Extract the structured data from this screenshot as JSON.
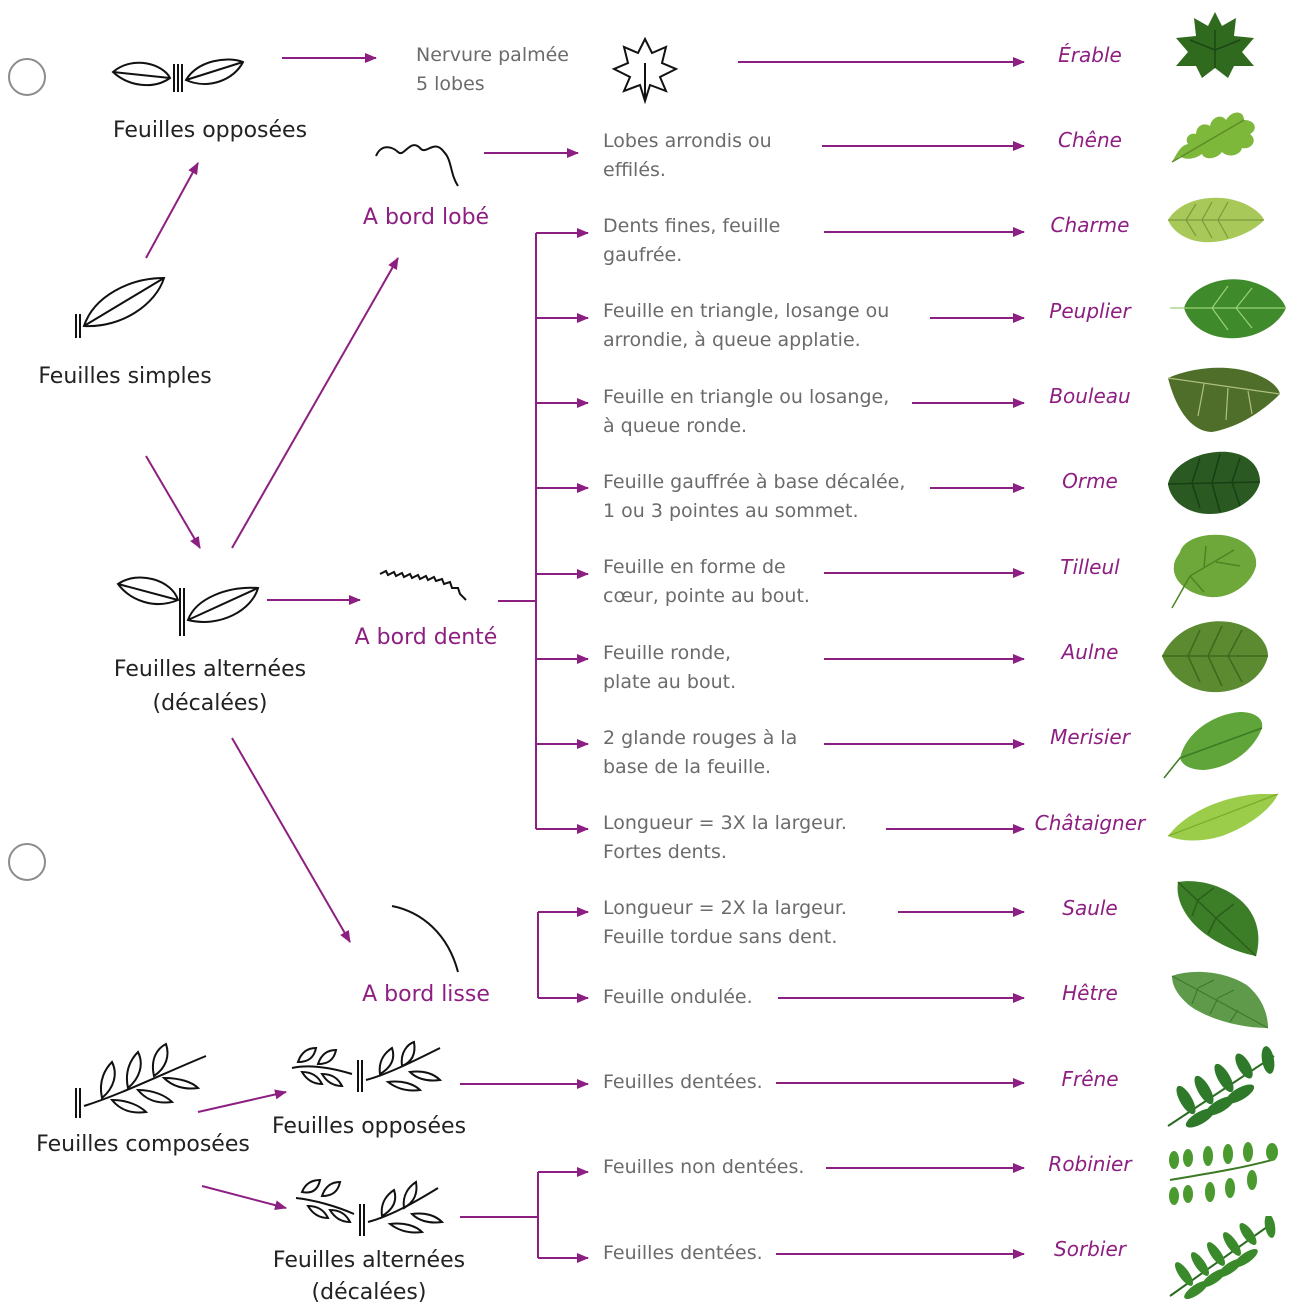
{
  "categories": {
    "simple": "Feuilles simples",
    "simple_opposed": "Feuilles opposées",
    "simple_alternate_1": "Feuilles alternées",
    "simple_alternate_2": "(décalées)",
    "compound": "Feuilles composées",
    "compound_opposed": "Feuilles opposées",
    "compound_alternate_1": "Feuilles alternées",
    "compound_alternate_2": "(décalées)"
  },
  "edges": {
    "lobed": "A bord lobé",
    "toothed": "A bord denté",
    "smooth": "A bord lisse"
  },
  "keys": [
    {
      "desc": [
        "Nervure palmée",
        "5 lobes"
      ],
      "tree": "Érable",
      "color": "#2f6a1e"
    },
    {
      "desc": [
        "Lobes arrondis ou",
        "effilés."
      ],
      "tree": "Chêne",
      "color": "#7db83a"
    },
    {
      "desc": [
        "Dents fines, feuille",
        "gaufrée."
      ],
      "tree": "Charme",
      "color": "#a8c95a"
    },
    {
      "desc": [
        "Feuille en triangle, losange ou",
        "arrondie, à queue applatie."
      ],
      "tree": "Peuplier",
      "color": "#3f8a2a"
    },
    {
      "desc": [
        "Feuille en triangle ou losange,",
        "à queue ronde."
      ],
      "tree": "Bouleau",
      "color": "#4e6e2a"
    },
    {
      "desc": [
        "Feuille gauffrée à base décalée,",
        "1 ou 3 pointes au sommet."
      ],
      "tree": "Orme",
      "color": "#2a5a22"
    },
    {
      "desc": [
        "Feuille en forme de",
        "cœur, pointe au bout."
      ],
      "tree": "Tilleul",
      "color": "#6ea83a"
    },
    {
      "desc": [
        "Feuille ronde,",
        "plate au bout."
      ],
      "tree": "Aulne",
      "color": "#5c8a30"
    },
    {
      "desc": [
        "2 glande rouges à la",
        "base de la feuille."
      ],
      "tree": "Merisier",
      "color": "#5fa53a"
    },
    {
      "desc": [
        "Longueur = 3X la largeur.",
        "Fortes dents."
      ],
      "tree": "Châtaigner",
      "color": "#9ccd4a"
    },
    {
      "desc": [
        "Longueur = 2X la largeur.",
        "Feuille tordue sans dent."
      ],
      "tree": "Saule",
      "color": "#3c7e28"
    },
    {
      "desc": [
        "Feuille ondulée."
      ],
      "tree": "Hêtre",
      "color": "#5e9a4a"
    },
    {
      "desc": [
        "Feuilles dentées."
      ],
      "tree": "Frêne",
      "color": "#2f7a2a"
    },
    {
      "desc": [
        "Feuilles non dentées."
      ],
      "tree": "Robinier",
      "color": "#4a9a30"
    },
    {
      "desc": [
        "Feuilles dentées."
      ],
      "tree": "Sorbier",
      "color": "#3a8a2c"
    }
  ],
  "colors": {
    "arrow": "#8e1f82",
    "tree_text": "#8e1f82",
    "desc_text": "#6b6b6b",
    "label_text": "#222222"
  },
  "icons": [
    "opposed-leaf-icon",
    "simple-leaf-icon",
    "alternate-leaf-icon",
    "maple-leaf-icon",
    "lobed-edge-icon",
    "toothed-edge-icon",
    "smooth-edge-icon",
    "compound-leaf-icon",
    "compound-opposed-icon",
    "compound-alternate-icon"
  ]
}
